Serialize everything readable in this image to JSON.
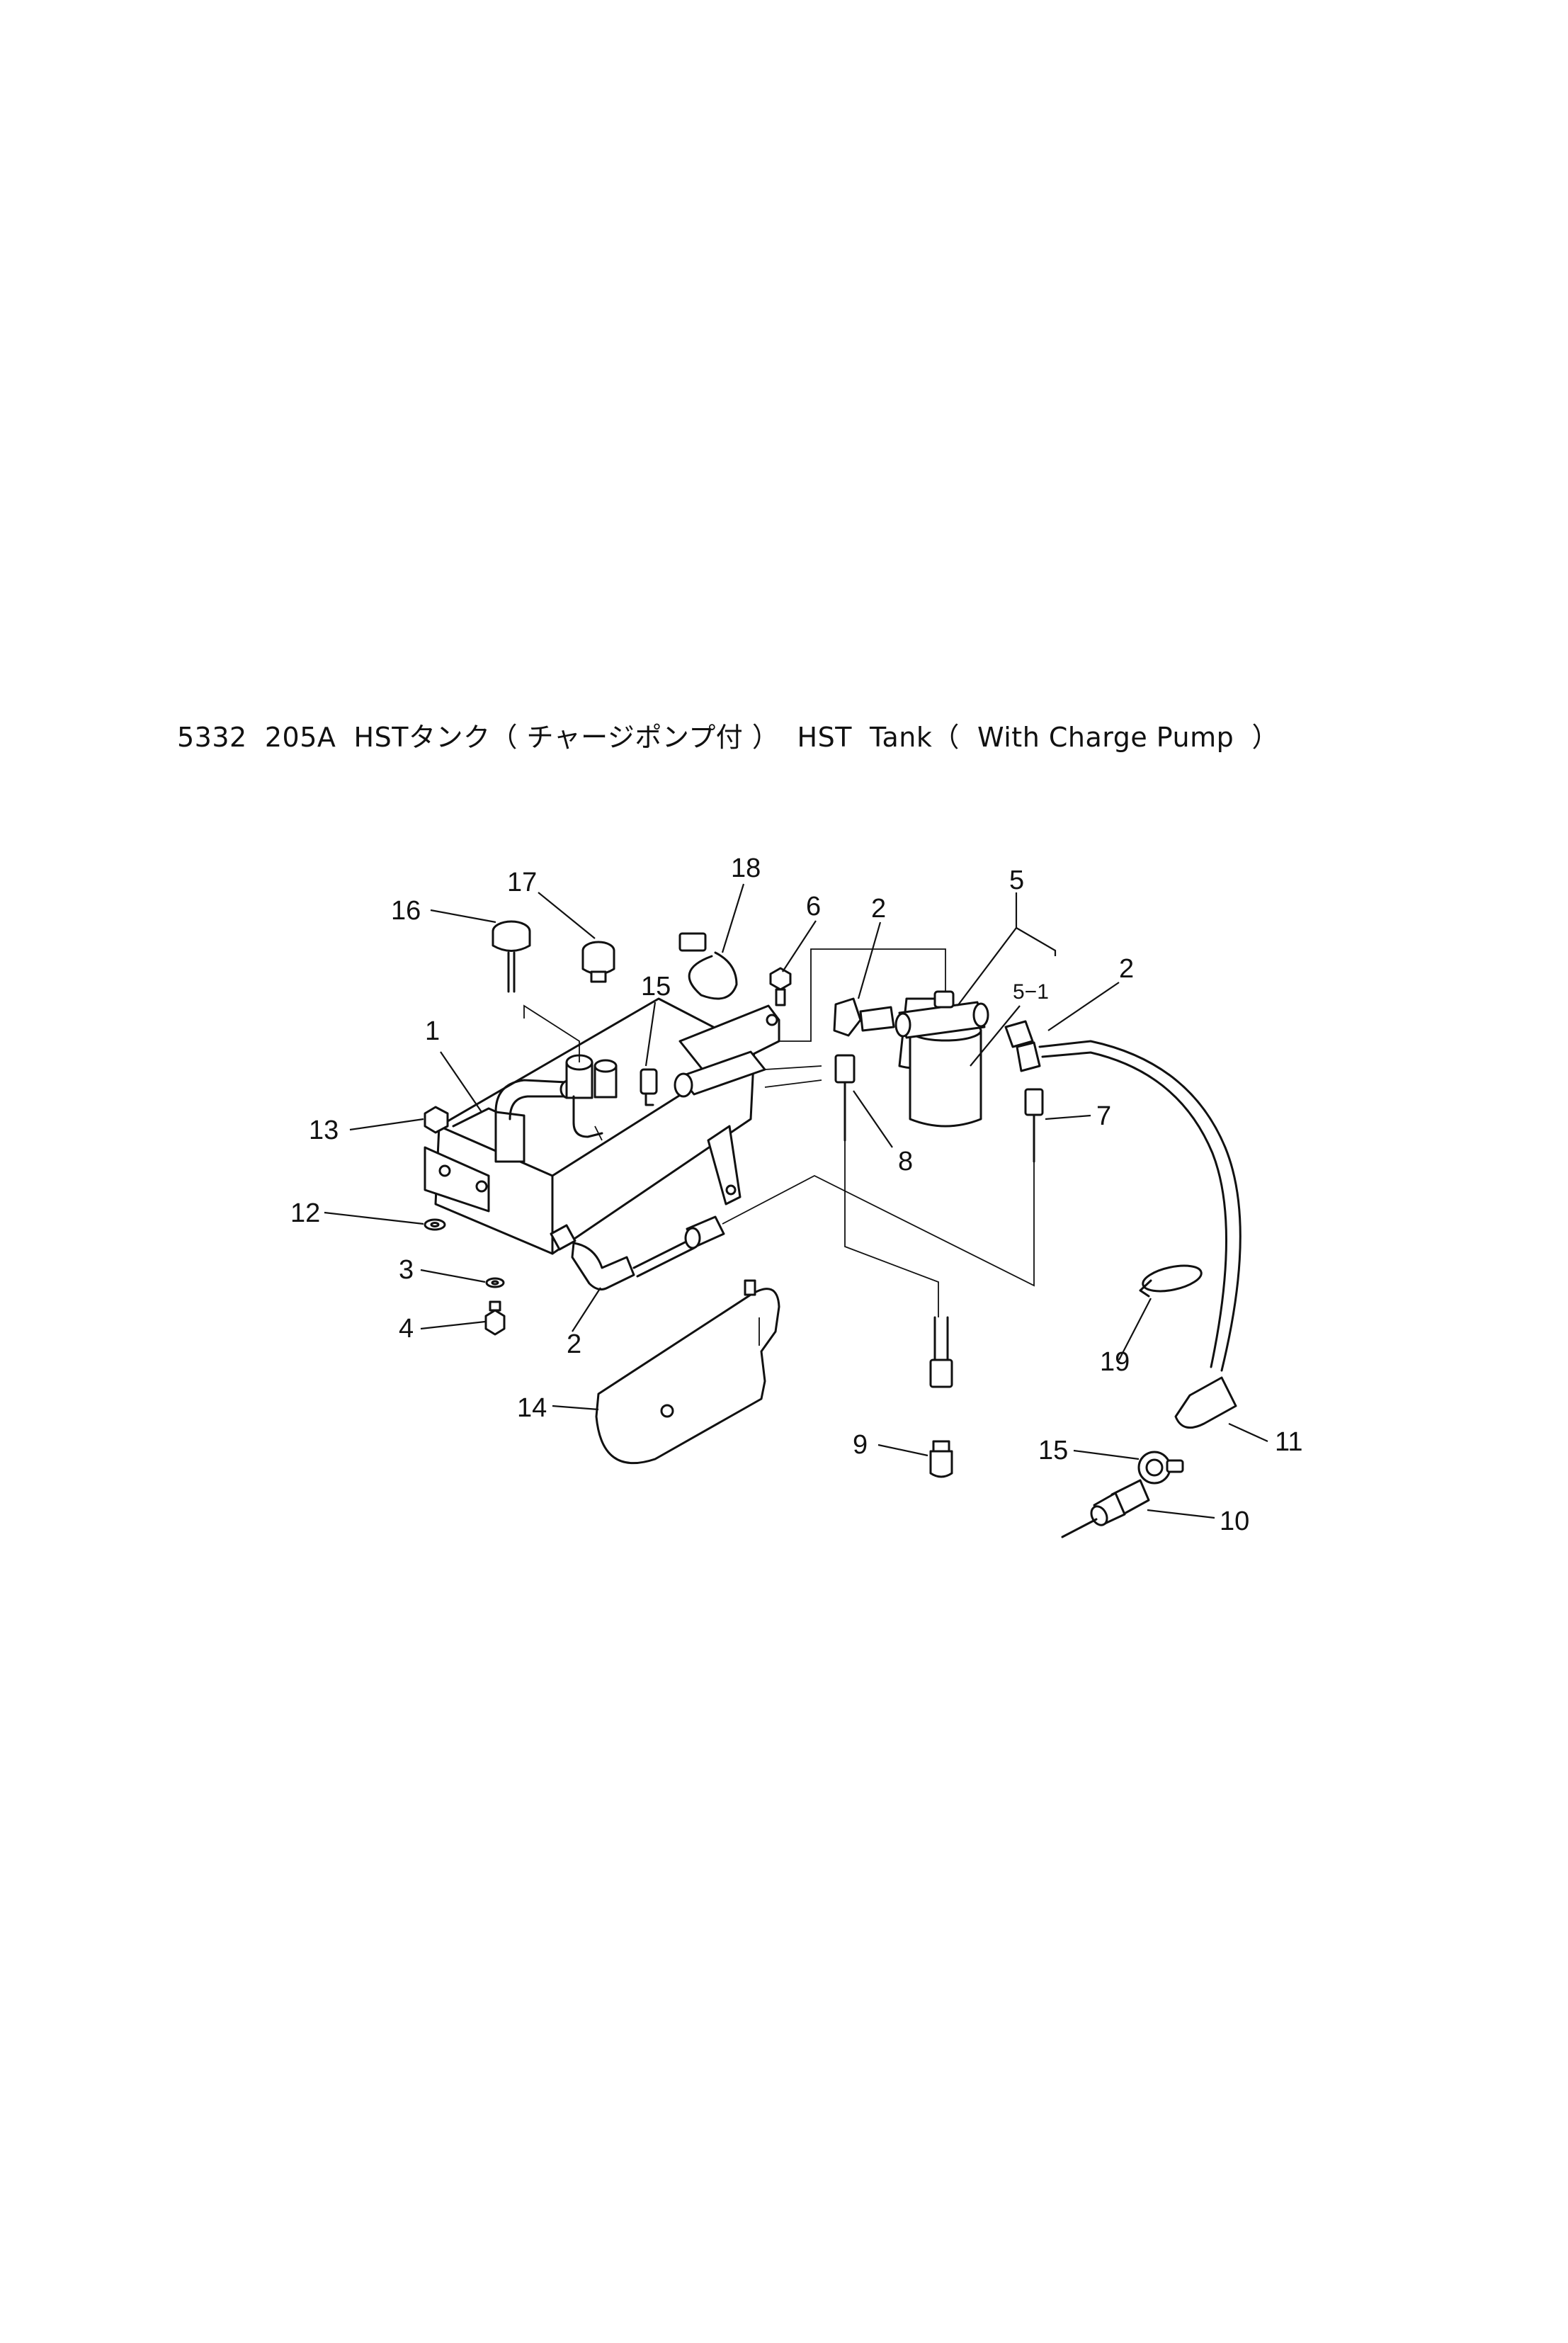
{
  "title": "5332  205A  HSTタンク（ チャージポンプ付 ）  HST  Tank（  With Charge Pump  ）",
  "callouts": {
    "c1": "1",
    "c2a": "2",
    "c2b": "2",
    "c2c": "2",
    "c3": "3",
    "c4": "4",
    "c5": "5",
    "c5_1": "5−1",
    "c6": "6",
    "c7": "7",
    "c8": "8",
    "c9": "9",
    "c10": "10",
    "c11": "11",
    "c12": "12",
    "c13": "13",
    "c14": "14",
    "c15a": "15",
    "c15b": "15",
    "c16": "16",
    "c17": "17",
    "c18": "18",
    "c19": "19"
  }
}
